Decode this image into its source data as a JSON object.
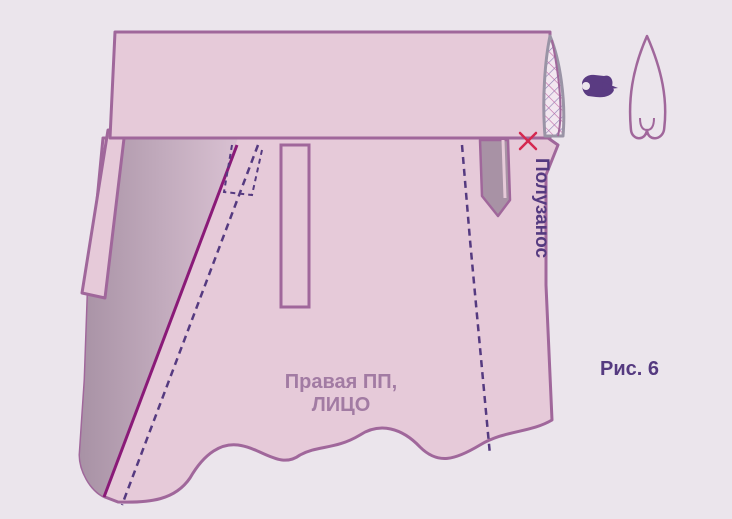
{
  "figure": {
    "panel_label": "Правая ПП,",
    "panel_sublabel": "ЛИЦО",
    "side_label": "Полузанос",
    "caption": "Рис. 6"
  },
  "colors": {
    "background": "#ebe5ec",
    "fabric": "#e6cad9",
    "outline": "#a0679b",
    "facing_light": "#d9c1d2",
    "facing_dark": "#a892a5",
    "stitch_dashed": "#553a80",
    "edge_line": "#8a1a78",
    "label_text": "#a27ba3",
    "side_text": "#553a80",
    "caption_text": "#553a80",
    "mark": "#d52850",
    "icon_fill": "#5a3b82",
    "check_fill": "#f2e7f0"
  },
  "icons": {
    "hand": "pointing-hand-icon",
    "loop": "loop-shape-icon",
    "cross": "cross-mark-icon"
  }
}
